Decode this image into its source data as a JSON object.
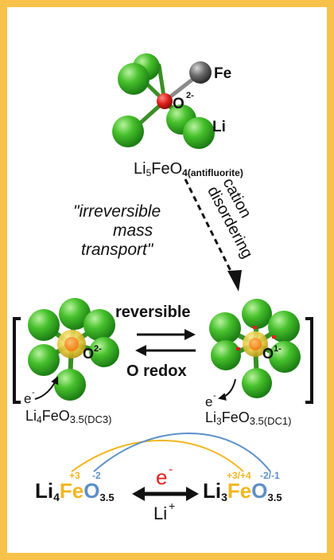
{
  "top": {
    "fe_label": "Fe",
    "o_label": "O",
    "o_charge": "2-",
    "li_label": "Li",
    "compound_main": "Li",
    "compound_sub1": "5",
    "compound_mid": "FeO",
    "compound_sub2": "4(antifluorite)"
  },
  "arrow_diag": {
    "line1": "cation",
    "line2": "disordering"
  },
  "annotation": {
    "line1": "\"irreversible",
    "line2": "mass",
    "line3": "transport\""
  },
  "middle": {
    "reversible": "reversible",
    "o_redox": "O redox",
    "left_o_label": "O",
    "left_o_charge": "2-",
    "right_o_label": "O",
    "right_o_charge": "1-",
    "left_electron": "e",
    "left_electron_sup": "-",
    "right_electron": "e",
    "right_electron_sup": "-",
    "left_formula_a": "Li",
    "left_formula_b": "4",
    "left_formula_c": "FeO",
    "left_formula_d": "3.5(DC3)",
    "right_formula_a": "Li",
    "right_formula_b": "3",
    "right_formula_c": "FeO",
    "right_formula_d": "3.5(DC1)"
  },
  "bottom": {
    "left_li": "Li",
    "left_li_sub": "4",
    "left_fe": "Fe",
    "left_o": "O",
    "left_o_sub": "3.5",
    "left_fe_ox": "+3",
    "left_o_ox": "-2",
    "right_li": "Li",
    "right_li_sub": "3",
    "right_fe": "Fe",
    "right_o": "O",
    "right_o_sub": "3.5",
    "right_fe_ox": "+3/+4",
    "right_o_ox": "-2/-1",
    "electron": "e",
    "electron_sup": "-",
    "lithium": "Li",
    "lithium_sup": "+"
  },
  "colors": {
    "frame": "#f7c24a",
    "fe_color": "#f2b61f",
    "o_color": "#5b8fc8",
    "electron_red": "#e0201b",
    "li_green": "#3fba2e"
  }
}
